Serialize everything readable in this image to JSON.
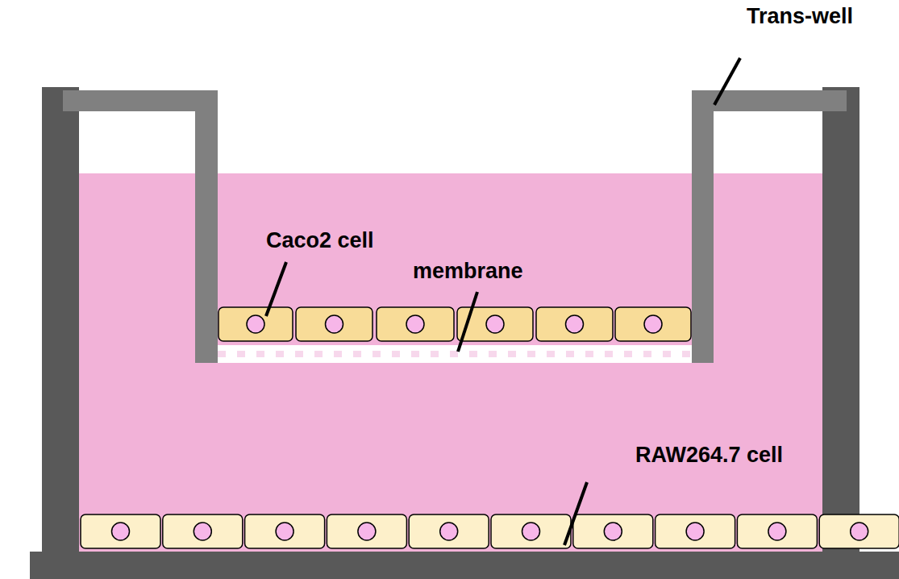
{
  "diagram": {
    "labels": [
      "Trans-well",
      "Caco2 cell",
      "membrane",
      "RAW264.7 cell"
    ]
  }
}
